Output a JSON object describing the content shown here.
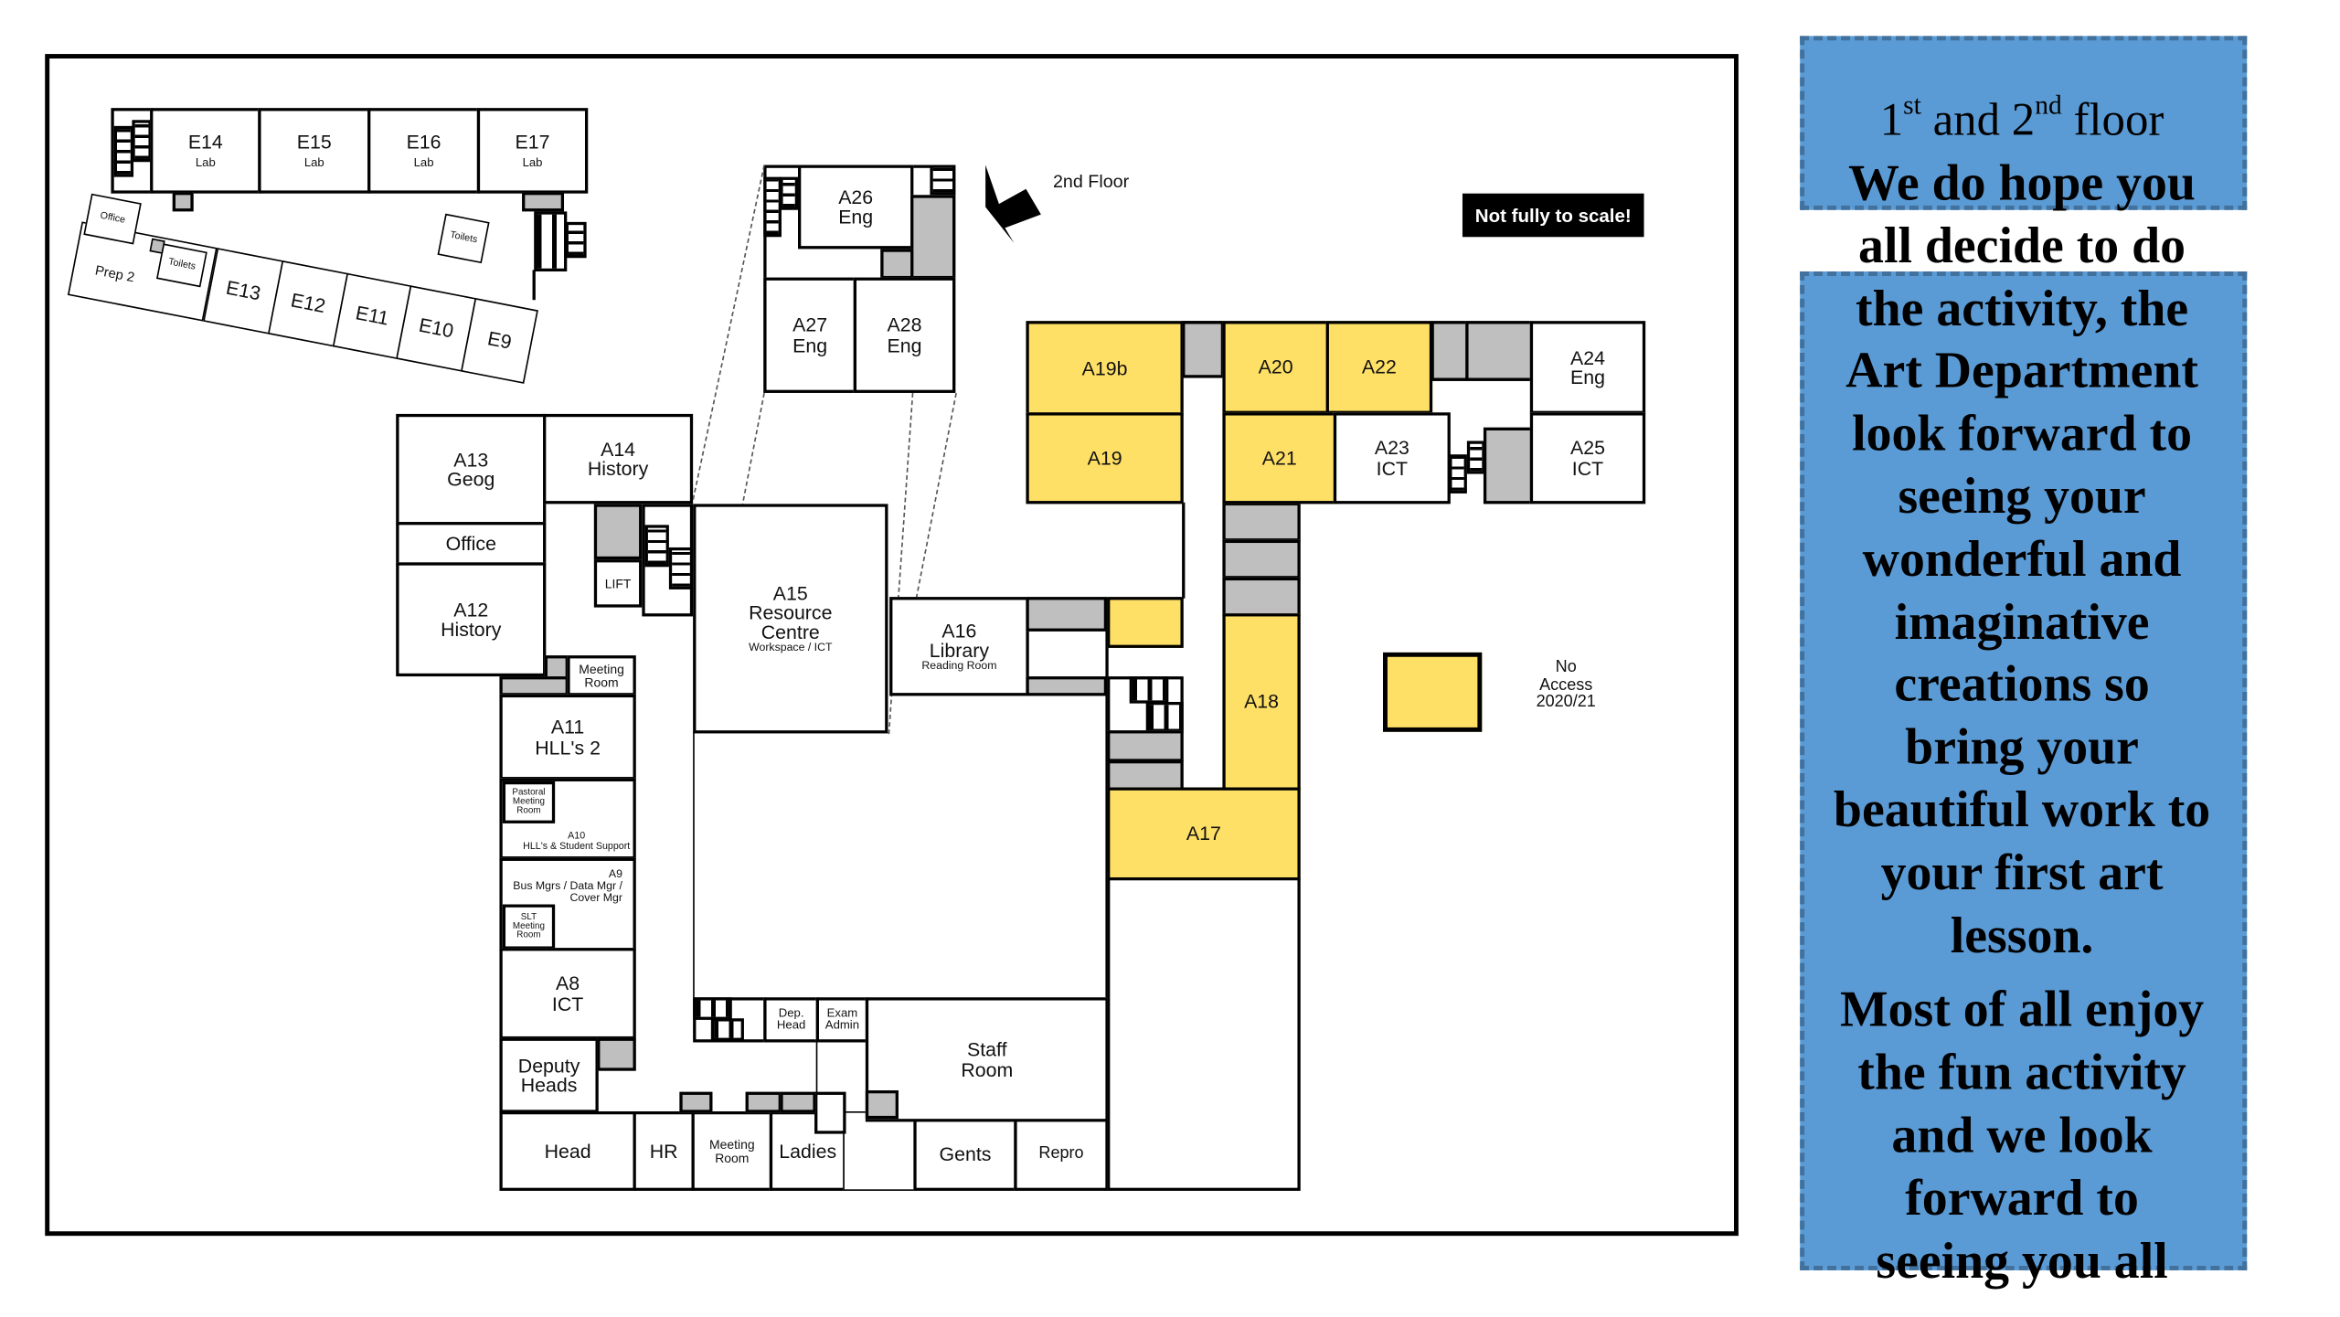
{
  "map": {
    "scale_note": "Not fully to scale!",
    "floor_marker": "2nd Floor",
    "legend": {
      "label": "No\nAccess\n2020/21",
      "color": "#FFE066"
    },
    "rooms": {
      "e14": {
        "name": "E14",
        "sub": "Lab"
      },
      "e15": {
        "name": "E15",
        "sub": "Lab"
      },
      "e16": {
        "name": "E16",
        "sub": "Lab"
      },
      "e17": {
        "name": "E17",
        "sub": "Lab"
      },
      "office_e": "Office",
      "prep2": "Prep 2",
      "toilets_1": "Toilets",
      "toilets_2": "Toilets",
      "e13": "E13",
      "e12": "E12",
      "e11": "E11",
      "e10": "E10",
      "e9": "E9",
      "a26": "A26\nEng",
      "a27": "A27\nEng",
      "a28": "A28\nEng",
      "a13": "A13\nGeog",
      "a14": "A14\nHistory",
      "office": "Office",
      "a12": "A12\nHistory",
      "lift": "LIFT",
      "a15": {
        "name": "A15\nResource\nCentre",
        "sub": "Workspace / ICT"
      },
      "a16": {
        "name": "A16\nLibrary",
        "sub": "Reading Room"
      },
      "meeting_room_1": "Meeting\nRoom",
      "a11": "A11\nHLL's 2",
      "pastoral": "Pastoral\nMeeting\nRoom",
      "a10": "A10\nHLL's & Student Support",
      "a9": "A9\nBus Mgrs / Data Mgr /\nCover Mgr",
      "slt": "SLT\nMeeting\nRoom",
      "a8": "A8\nICT",
      "deputy_heads": "Deputy\nHeads",
      "head": "Head",
      "hr": "HR",
      "meeting_room_2": "Meeting\nRoom",
      "ladies": "Ladies",
      "gents": "Gents",
      "repro": "Repro",
      "dep_head": "Dep.\nHead",
      "exam_admin": "Exam\nAdmin",
      "staff_room": "Staff\nRoom",
      "a17": "A17",
      "a18": "A18",
      "a19b": "A19b",
      "a19": "A19",
      "a20": "A20",
      "a22": "A22",
      "a21": "A21",
      "a23": "A23\nICT",
      "a24": "A24\nEng",
      "a25": "A25\nICT"
    }
  },
  "panel": {
    "title": {
      "p1": "1",
      "s1": "st",
      "p2": " and 2",
      "s2": "nd",
      "p3": " floor"
    },
    "lines": [
      "We do hope you",
      "all decide to do",
      "the activity, the",
      "Art Department",
      "look forward to",
      "seeing your",
      "wonderful and",
      "imaginative",
      "creations so",
      "bring your",
      "beautiful work to",
      "your first art",
      "lesson."
    ],
    "lines2": [
      "Most of all enjoy",
      "the fun activity",
      "and we look",
      "forward to",
      "seeing you all"
    ],
    "colors": {
      "fill": "#5B9BD5",
      "border": "#41719C"
    }
  }
}
